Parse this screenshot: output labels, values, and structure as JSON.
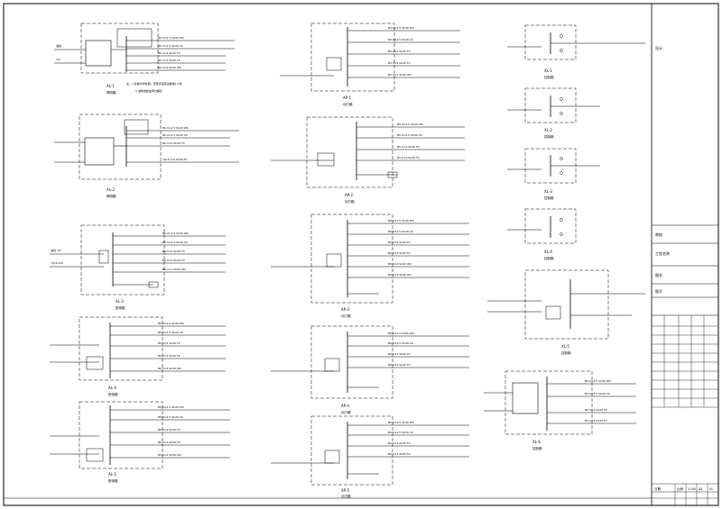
{
  "sheet": {
    "title_block": {
      "rows": [
        "设计",
        "审核",
        "工程名称",
        "图名",
        "图号"
      ],
      "grid_labels": [
        "日期",
        "比例",
        "1:100",
        "A3",
        "01"
      ]
    }
  },
  "panels": [
    {
      "id": "AL-1",
      "label": "AL-1",
      "sub": "照明箱"
    },
    {
      "id": "AL-2",
      "label": "AL-2",
      "sub": "照明箱"
    },
    {
      "id": "AL-3",
      "label": "AL-3",
      "sub": "配电箱"
    },
    {
      "id": "AL-4",
      "label": "AL-4",
      "sub": "配电箱"
    },
    {
      "id": "AL-5",
      "label": "AL-5",
      "sub": "配电箱"
    },
    {
      "id": "AP-1",
      "label": "AP-1",
      "sub": "动力箱"
    },
    {
      "id": "AP-2",
      "label": "AP-2",
      "sub": "动力箱"
    },
    {
      "id": "AP-3",
      "label": "AP-3",
      "sub": "动力箱"
    },
    {
      "id": "AP-4",
      "label": "AP-4",
      "sub": "动力箱"
    },
    {
      "id": "AP-5",
      "label": "AP-5",
      "sub": "动力箱"
    },
    {
      "id": "XL-1",
      "label": "XL-1",
      "sub": "控制箱"
    },
    {
      "id": "XL-2",
      "label": "XL-2",
      "sub": "控制箱"
    },
    {
      "id": "XL-3",
      "label": "XL-3",
      "sub": "控制箱"
    },
    {
      "id": "XL-4",
      "label": "XL-4",
      "sub": "控制箱"
    },
    {
      "id": "XL-5",
      "label": "XL-5",
      "sub": "控制箱"
    },
    {
      "id": "XL-6",
      "label": "XL-6",
      "sub": "控制箱"
    }
  ],
  "notes": {
    "n1": "注：1.此箱为非标箱，安装高度底边距地1.5米",
    "n2": "2.进线电缆由甲方确定"
  }
}
